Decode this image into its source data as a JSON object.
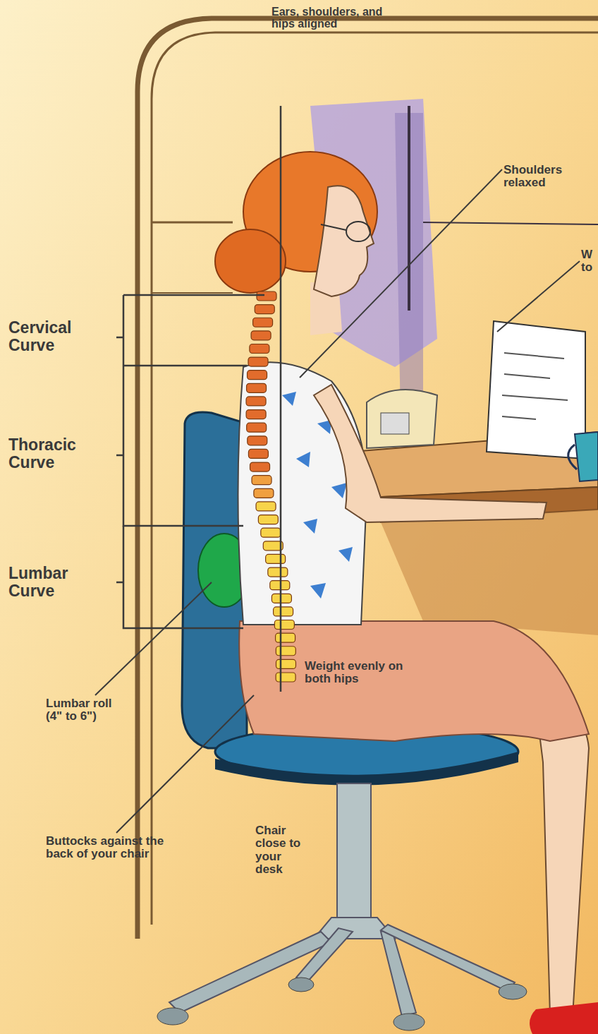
{
  "diagram": {
    "labels": [
      "Ears, shoulders, and hips aligned",
      "Shoulders relaxed",
      "W to",
      "Cervical Curve",
      "Thoracic Curve",
      "Lumbar Curve",
      "Lumbar roll (4\" to 6\")",
      "Weight evenly on both hips",
      "Buttocks against the back of your chair",
      "Chair close to your desk"
    ]
  }
}
